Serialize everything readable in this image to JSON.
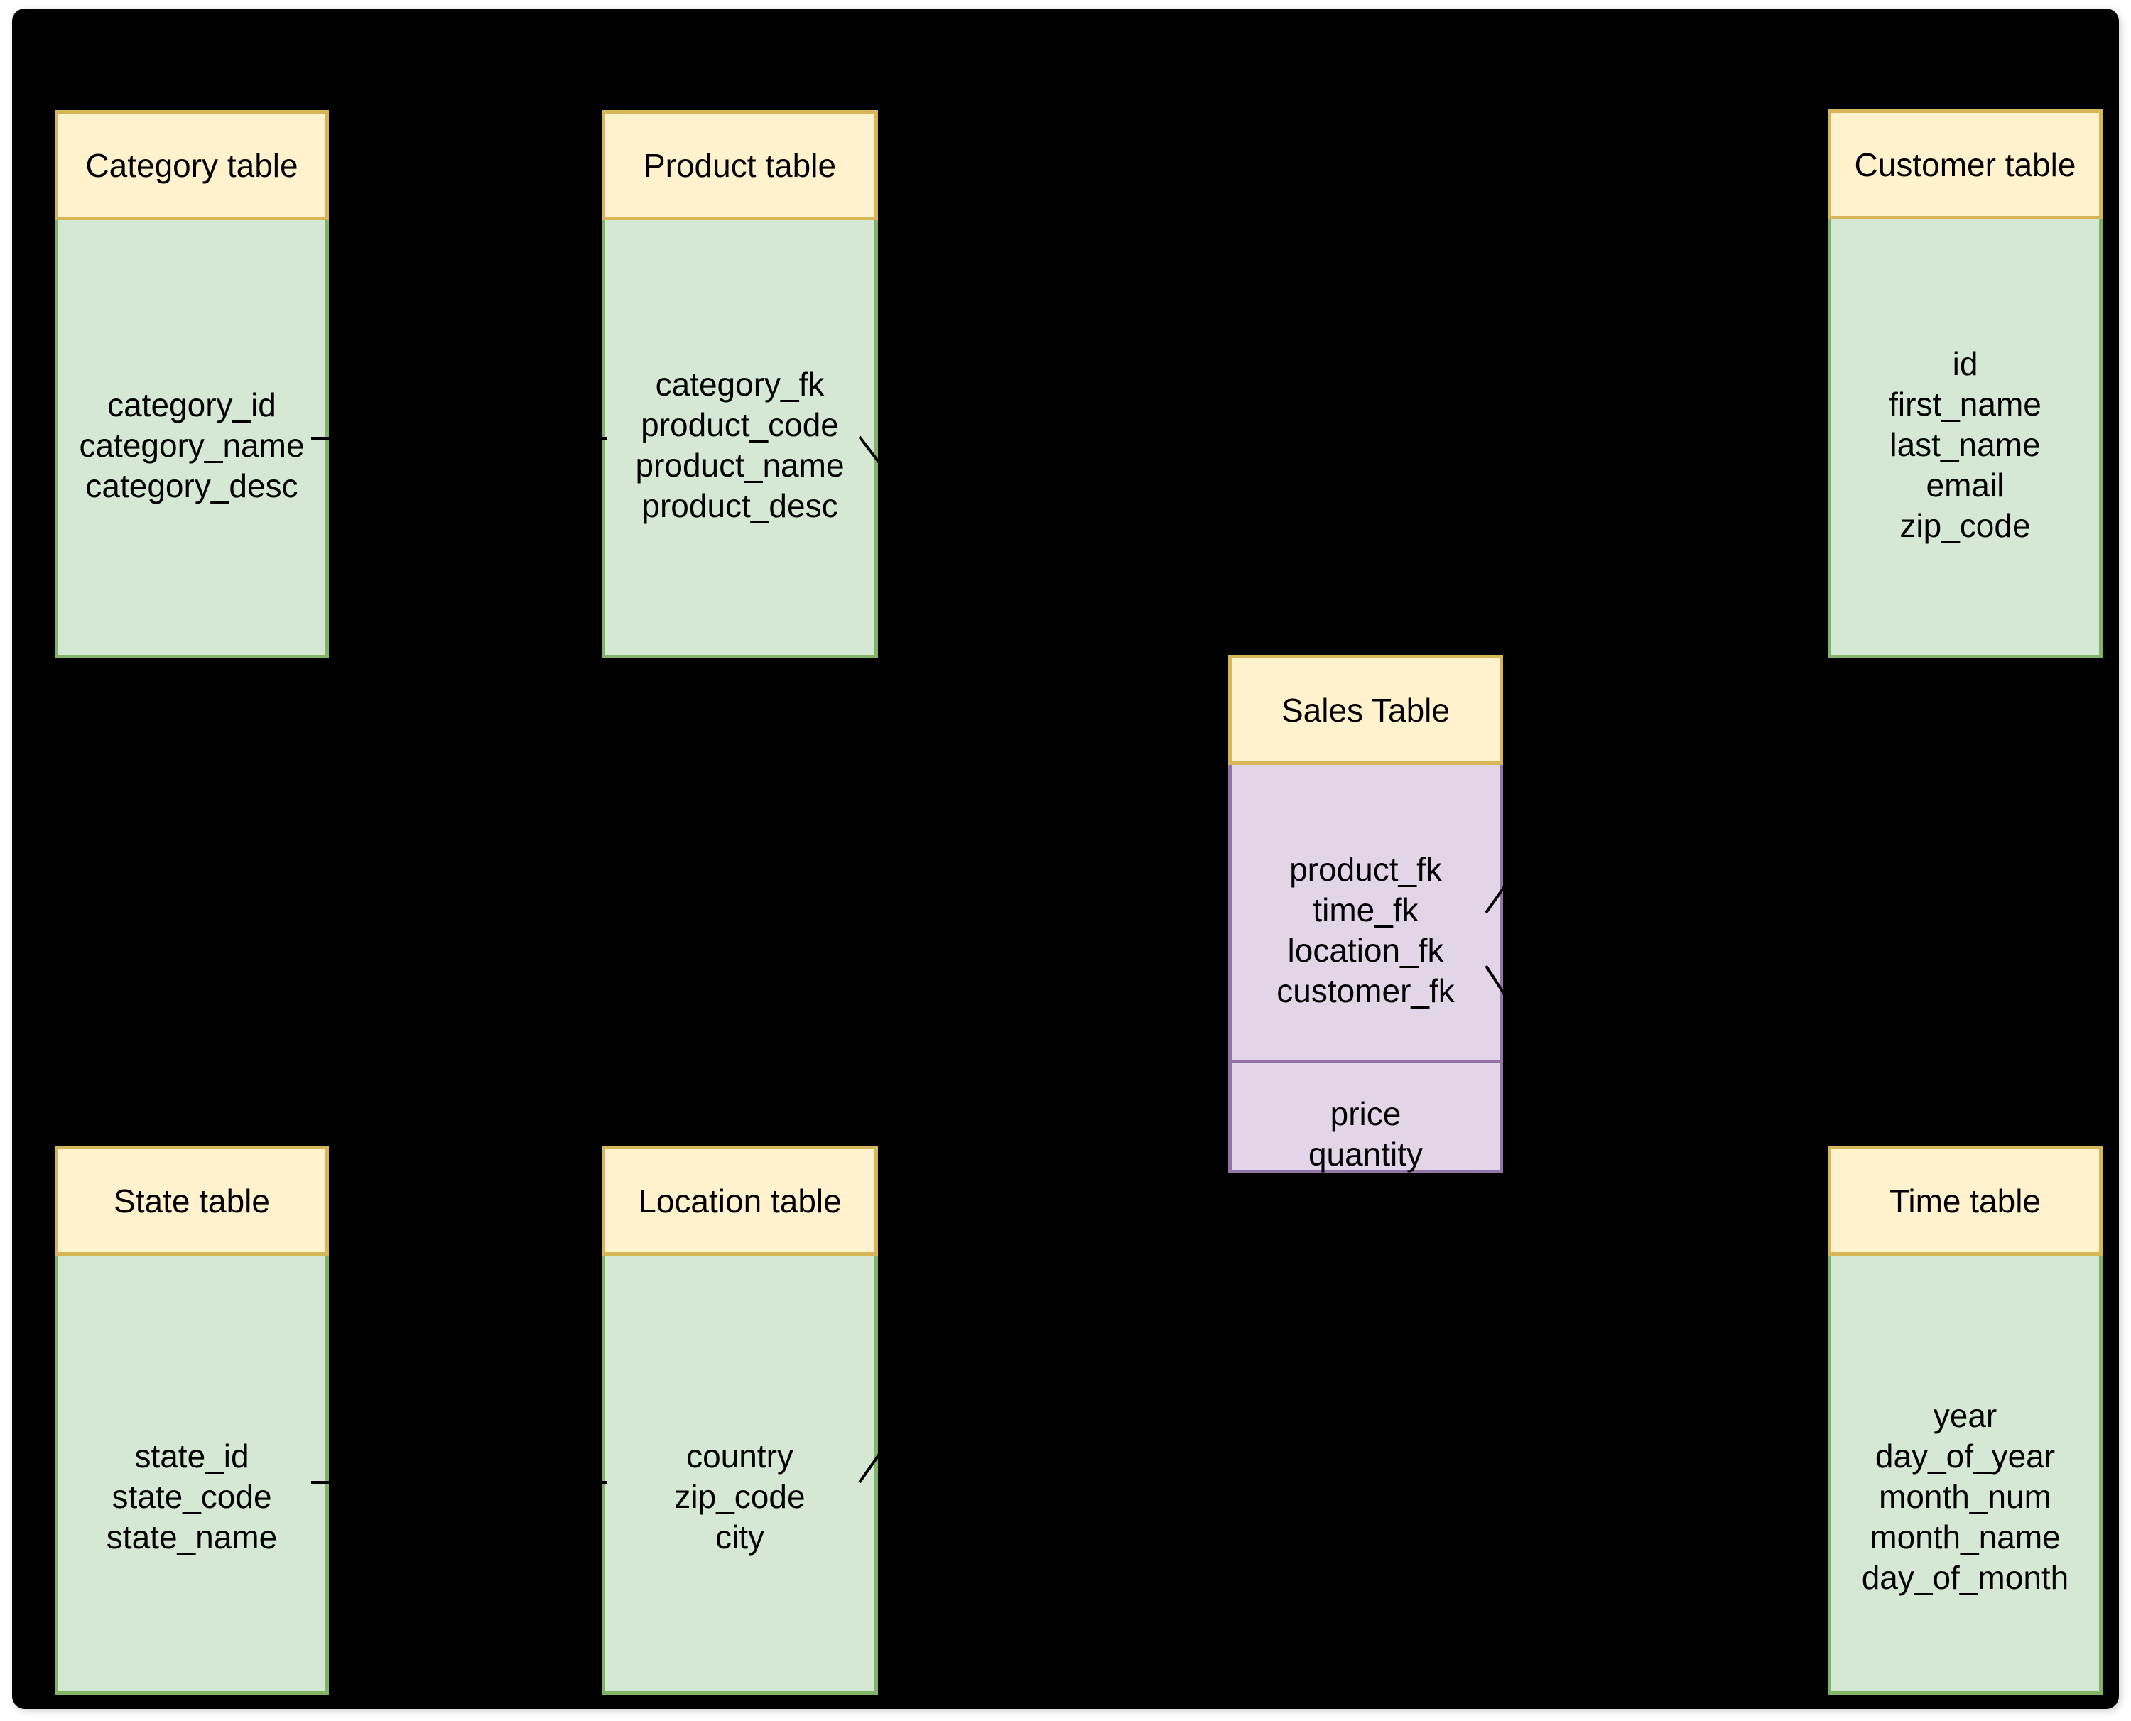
{
  "diagram": {
    "type": "star-schema-er-diagram",
    "colors": {
      "page_background": "#FFFFFF",
      "canvas_background": "#000000",
      "header_fill": "#FFF2CC",
      "header_border": "#D6B656",
      "dimension_fill": "#D5E8D4",
      "dimension_border": "#82B366",
      "fact_fill": "#E1D5E7",
      "fact_border": "#9673A6",
      "text": "#000000",
      "connector": "#000000"
    },
    "tables": {
      "category": {
        "title": "Category table",
        "fields": [
          "category_id",
          "category_name",
          "category_desc"
        ]
      },
      "product": {
        "title": "Product table",
        "fields": [
          "category_fk",
          "product_code",
          "product_name",
          "product_desc"
        ]
      },
      "customer": {
        "title": "Customer table",
        "fields": [
          "id",
          "first_name",
          "last_name",
          "email",
          "zip_code"
        ]
      },
      "sales": {
        "title": "Sales Table",
        "foreign_keys": [
          "product_fk",
          "time_fk",
          "location_fk",
          "customer_fk"
        ],
        "measures": [
          "price",
          "quantity"
        ]
      },
      "state": {
        "title": "State table",
        "fields": [
          "state_id",
          "state_code",
          "state_name"
        ]
      },
      "location": {
        "title": "Location table",
        "fields": [
          "country",
          "zip_code",
          "city"
        ]
      },
      "time": {
        "title": "Time table",
        "fields": [
          "year",
          "day_of_year",
          "month_num",
          "month_name",
          "day_of_month"
        ]
      }
    }
  }
}
